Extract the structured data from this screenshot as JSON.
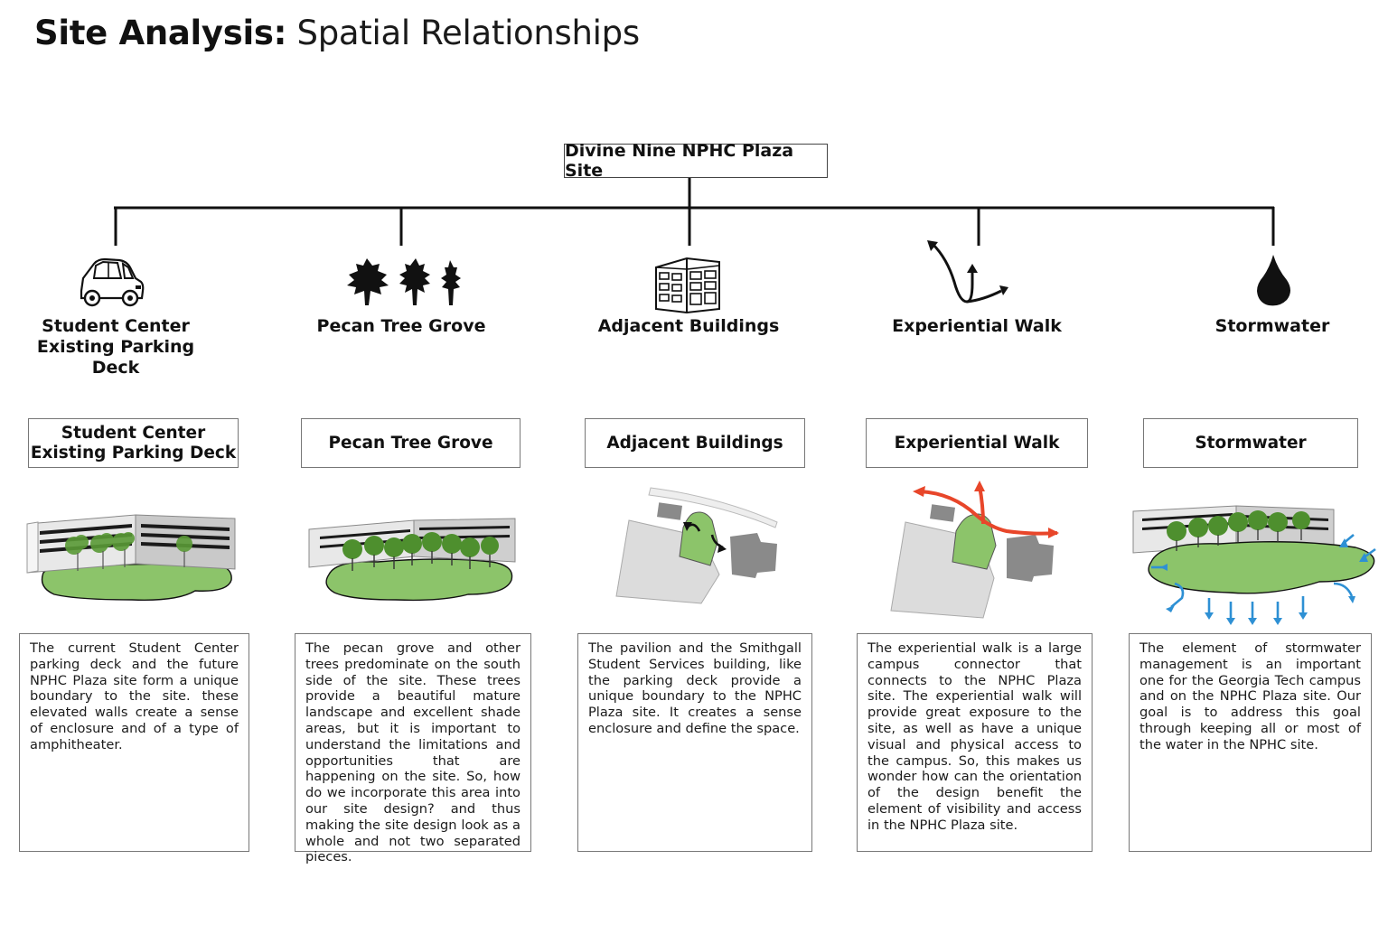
{
  "title": {
    "bold": "Site Analysis:",
    "light": "Spatial Relationships"
  },
  "root": {
    "label": "Divine Nine NPHC Plaza Site"
  },
  "categories": [
    {
      "label": "Student Center\nExisting Parking Deck",
      "icon": "car-icon"
    },
    {
      "label": "Pecan Tree Grove",
      "icon": "trees-icon"
    },
    {
      "label": "Adjacent Buildings",
      "icon": "building-icon"
    },
    {
      "label": "Experiential Walk",
      "icon": "branching-arrows-icon"
    },
    {
      "label": "Stormwater",
      "icon": "water-drop-icon"
    }
  ],
  "panels": [
    {
      "heading": "Student Center\nExisting Parking Deck",
      "text": "The current Student Center parking deck and the future NPHC Plaza site form a unique boundary to the site. these elevated walls create a sense of enclosure and of a type of amphitheater."
    },
    {
      "heading": "Pecan Tree Grove",
      "text": "The pecan grove and other trees predominate on the south side of the site. These trees provide a beautiful mature landscape and excellent shade areas, but it is important to understand the limitations and opportunities that are happening on the site. So, how do we incorporate this area into our site design? and thus making the site design look as a whole and not two separated pieces."
    },
    {
      "heading": "Adjacent Buildings",
      "text": "The pavilion and the Smithgall Student Services building, like the parking deck provide a unique boundary to the NPHC Plaza site. It creates a sense enclosure and define the space."
    },
    {
      "heading": "Experiential Walk",
      "text": "The experiential walk is a large campus connector that connects to the NPHC Plaza site. The experiential walk will provide great exposure to the site, as well as have a unique visual and physical access to the campus. So, this makes us wonder how can the orientation of the design benefit the element of visibility and access in the NPHC Plaza site."
    },
    {
      "heading": "Stormwater",
      "text": "The element of stormwater management is an important one for the Georgia Tech campus and on the NPHC Plaza site. Our goal is to address this goal through keeping all or most of the water in the NPHC site."
    }
  ],
  "colors": {
    "lawn": "#8cc46a",
    "tree": "#4e8f2e",
    "walk_arrow": "#e8462a",
    "water_arrow": "#2e90d4",
    "building": "#8a8a8a"
  }
}
